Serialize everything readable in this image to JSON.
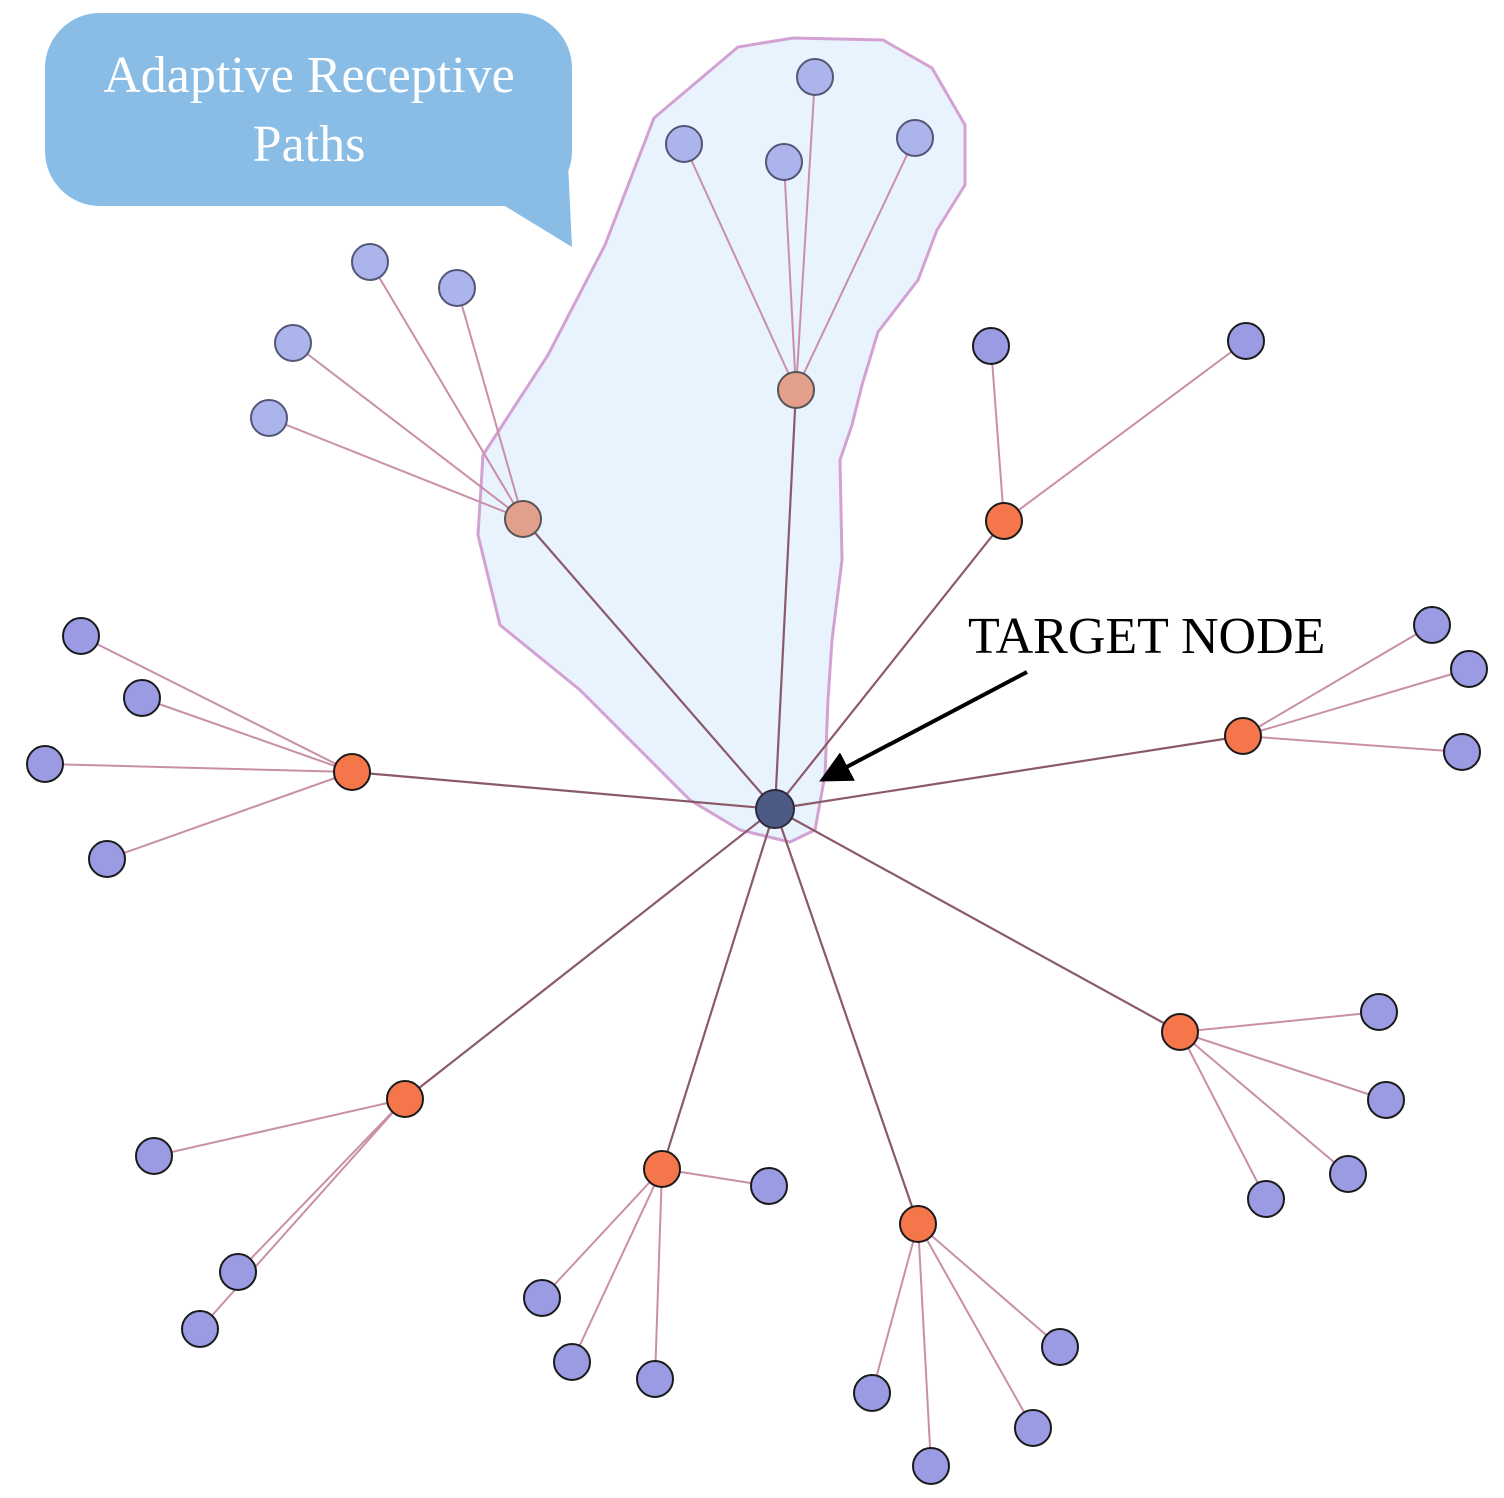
{
  "callout": {
    "line1": "Adaptive Receptive",
    "line2": "Paths"
  },
  "target_label": "TARGET NODE",
  "colors": {
    "target_node": "#4e5a86",
    "first_hop": "#f5764a",
    "first_hop_selected": "#e2a08c",
    "leaf": "#9a9be3",
    "leaf_selected": "#abb5eb",
    "edge_inner": "#8a5a6a",
    "edge_outer": "#c98fa8",
    "region_fill": "#e8f3fe",
    "region_stroke": "#d3a2d3",
    "callout_fill": "#89bde6",
    "callout_text": "#ffffff"
  }
}
